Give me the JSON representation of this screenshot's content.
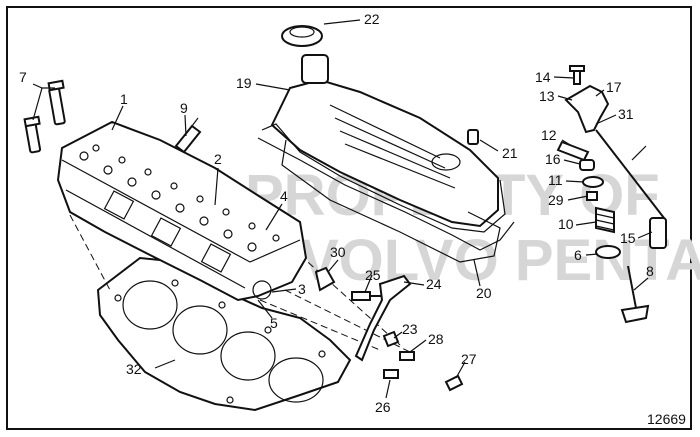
{
  "watermark": {
    "line1": "PROPERTY OF",
    "line2": "VOLVO PENTA"
  },
  "figure_number": "12669",
  "callouts": {
    "c1": "1",
    "c2": "2",
    "c3": "3",
    "c4": "4",
    "c5": "5",
    "c6": "6",
    "c7": "7",
    "c8": "8",
    "c9": "9",
    "c10": "10",
    "c11": "11",
    "c12": "12",
    "c13": "13",
    "c14": "14",
    "c15": "15",
    "c16": "16",
    "c17": "17",
    "c19": "19",
    "c20": "20",
    "c21": "21",
    "c22": "22",
    "c23": "23",
    "c24": "24",
    "c25": "25",
    "c26": "26",
    "c27": "27",
    "c28": "28",
    "c29": "29",
    "c30": "30",
    "c31": "31",
    "c32": "32"
  }
}
